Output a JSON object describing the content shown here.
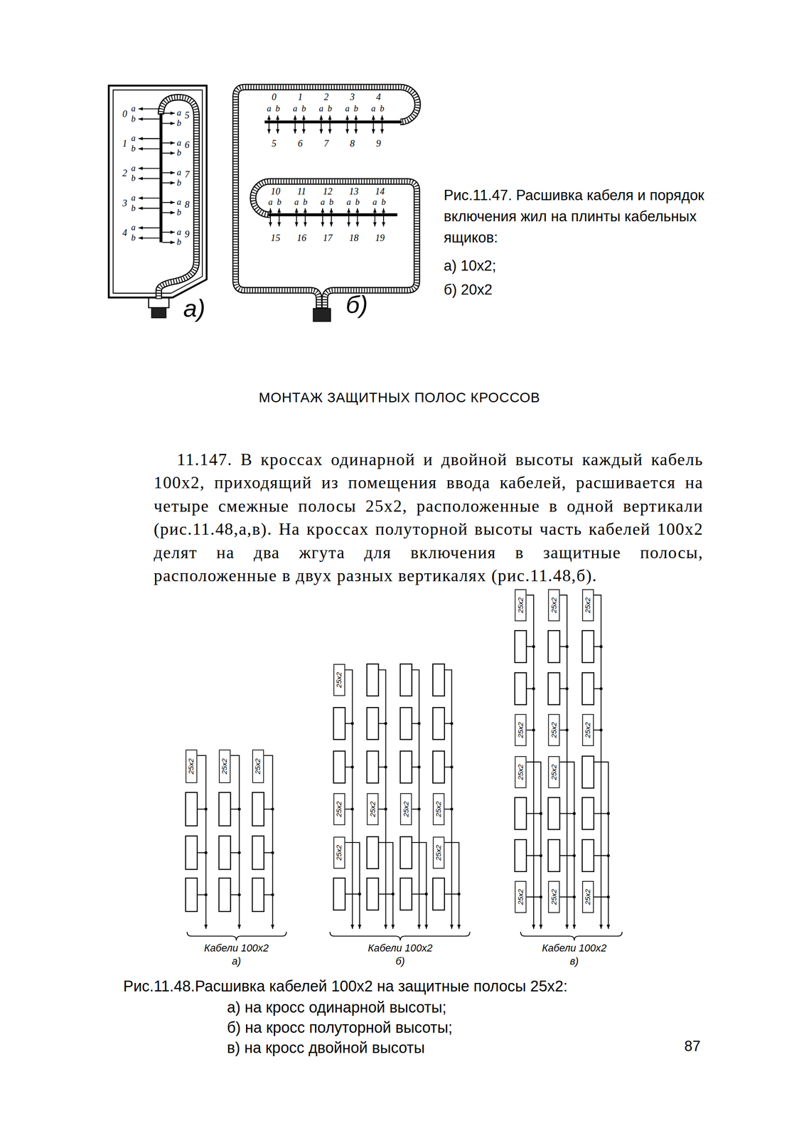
{
  "diagram": {
    "title": "МОНТАЖ ЗАЩИТНЫХ ПОЛОС КРОССОВ",
    "nodes": [
      {
        "text": [
          "25х2"
        ]
      },
      {
        "text": [
          "25х2"
        ]
      },
      {
        "text": [
          "25х2"
        ]
      },
      {
        "text": [
          "25х2"
        ]
      },
      {
        "text": [
          "25х2"
        ]
      },
      {
        "text": [
          "25х2"
        ]
      },
      {
        "text": [
          "25х2"
        ]
      },
      {
        "text": [
          "25х2"
        ]
      },
      {
        "text": [
          "25х2"
        ]
      },
      {
        "text": [
          "25х2"
        ]
      },
      {
        "text": [
          "25х2"
        ]
      },
      {
        "text": [
          "25х2"
        ]
      },
      {
        "text": [
          "25х2"
        ]
      },
      {
        "text": [
          "25х2"
        ]
      },
      {
        "text": [
          "25х2"
        ]
      },
      {
        "text": [
          "25х2"
        ]
      },
      {
        "text": [
          "25х2"
        ]
      },
      {
        "text": [
          "25х2"
        ]
      },
      {
        "text": [
          "25х2"
        ]
      },
      {
        "text": [
          "25х2"
        ]
      },
      {
        "text": [
          "25х2"
        ]
      }
    ],
    "labels": [
      "Рис.11.47. Расшивка кабеля и порядок включения жил на плинты кабельных ящиков:",
      "а) 10х2;",
      "б) 20х2",
      "0",
      "a",
      "b",
      "1",
      "a",
      "b",
      "2",
      "a",
      "b",
      "3",
      "a",
      "b",
      "4",
      "a",
      "b",
      "a",
      "b",
      "5",
      "a",
      "b",
      "6",
      "a",
      "b",
      "7",
      "a",
      "b",
      "8",
      "a",
      "b",
      "9",
      "0",
      "a",
      "b",
      "1",
      "a",
      "b",
      "2",
      "a",
      "b",
      "3",
      "a",
      "b",
      "4",
      "a",
      "b",
      "5",
      "6",
      "7",
      "8",
      "9",
      "10",
      "a",
      "b",
      "11",
      "a",
      "b",
      "12",
      "a",
      "b",
      "13",
      "a",
      "b",
      "14",
      "a",
      "b",
      "15",
      "16",
      "17",
      "18",
      "19",
      "а)",
      "б)",
      "11.147. В кроссах одинарной и двойной высоты каждый кабель 100х2, приходящий из помещения ввода кабелей, расшивается на четыре смежные полосы 25х2, расположенные в одной вертикали (рис.11.48,а,в). На кроссах полуторной высоты часть кабелей 100х2 делят на два жгута для включения в защитные полосы, расположенные в двух разных вертикалях (рис.11.48,б).",
      "Кабели 100х2",
      "а)",
      "Кабели 100х2",
      "б)",
      "Кабели 100х2",
      "в)",
      "Рис.11.48.Расшивка кабелей 100х2 на защитные полосы 25х2:",
      "а) на кросс одинарной высоты;",
      "б) на кросс полуторной высоты;",
      "в) на кросс двойной высоты",
      "87"
    ]
  }
}
